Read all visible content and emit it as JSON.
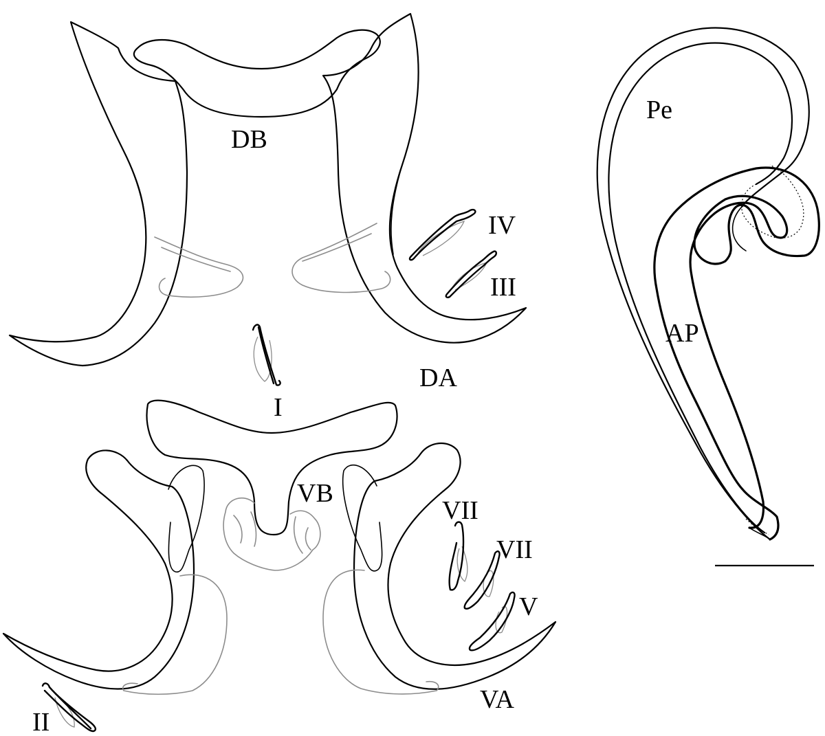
{
  "labels": {
    "dorsal_bar": "DB",
    "dorsal_anchor": "DA",
    "ventral_bar": "VB",
    "ventral_anchor": "VA",
    "penis": "Pe",
    "accessory_piece": "AP",
    "hook_I": "I",
    "hook_II": "II",
    "hook_III": "III",
    "hook_IV": "IV",
    "hook_V": "V",
    "hook_VII_upper": "VII",
    "hook_VII_lower": "VII"
  },
  "colors": {
    "line": "#000000",
    "faint_line": "#8c8c8c",
    "background": "#ffffff"
  }
}
